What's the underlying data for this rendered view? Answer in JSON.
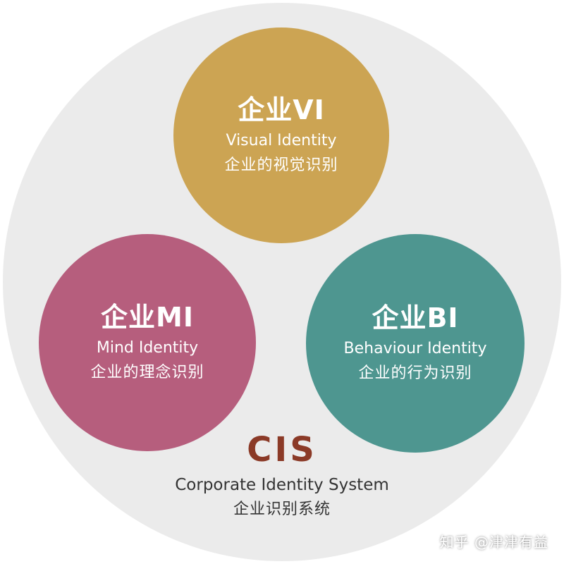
{
  "colors": {
    "outer": "#ebebeb",
    "vi": "#cca453",
    "mi": "#b65e7d",
    "bi": "#4e9690",
    "cis": "#8b3a27"
  },
  "vi": {
    "title": "企业VI",
    "en": "Visual Identity",
    "zh": "企业的视觉识别"
  },
  "mi": {
    "title": "企业MI",
    "en": "Mind Identity",
    "zh": "企业的理念识别"
  },
  "bi": {
    "title": "企业BI",
    "en": "Behaviour Identity",
    "zh": "企业的行为识别"
  },
  "cis": {
    "title": "CIS",
    "en": "Corporate Identity System",
    "zh": "企业识别系统"
  },
  "watermark": "知乎 @津津有益"
}
